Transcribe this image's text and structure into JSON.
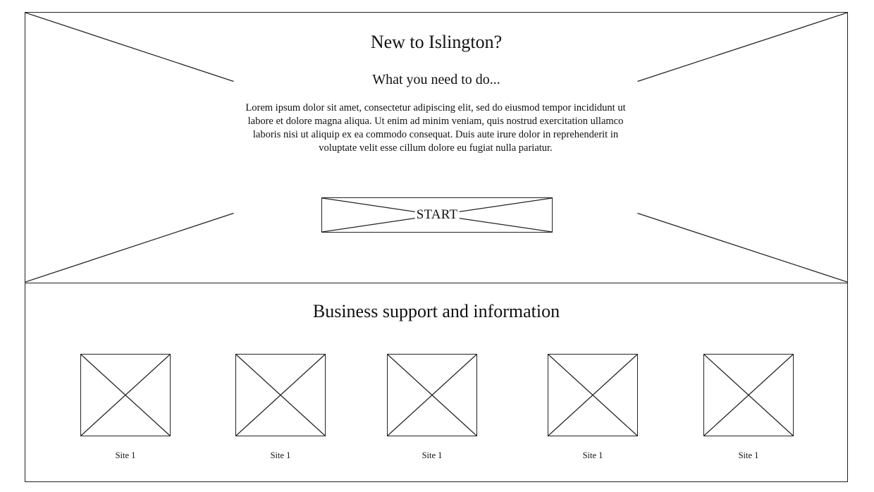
{
  "hero": {
    "title": "New to Islington?",
    "subtitle": "What you need to do...",
    "body": "Lorem ipsum dolor sit amet, consectetur adipiscing elit, sed do eiusmod tempor incididunt ut labore et dolore magna aliqua. Ut enim ad minim veniam, quis nostrud exercitation ullamco laboris nisi ut aliquip ex ea commodo consequat. Duis aute irure dolor in reprehenderit in voluptate velit esse cillum dolore eu fugiat nulla pariatur.",
    "start_label": "START"
  },
  "business": {
    "title": "Business support and information",
    "sites": [
      {
        "label": "Site 1"
      },
      {
        "label": "Site 1"
      },
      {
        "label": "Site 1"
      },
      {
        "label": "Site 1"
      },
      {
        "label": "Site 1"
      }
    ]
  }
}
